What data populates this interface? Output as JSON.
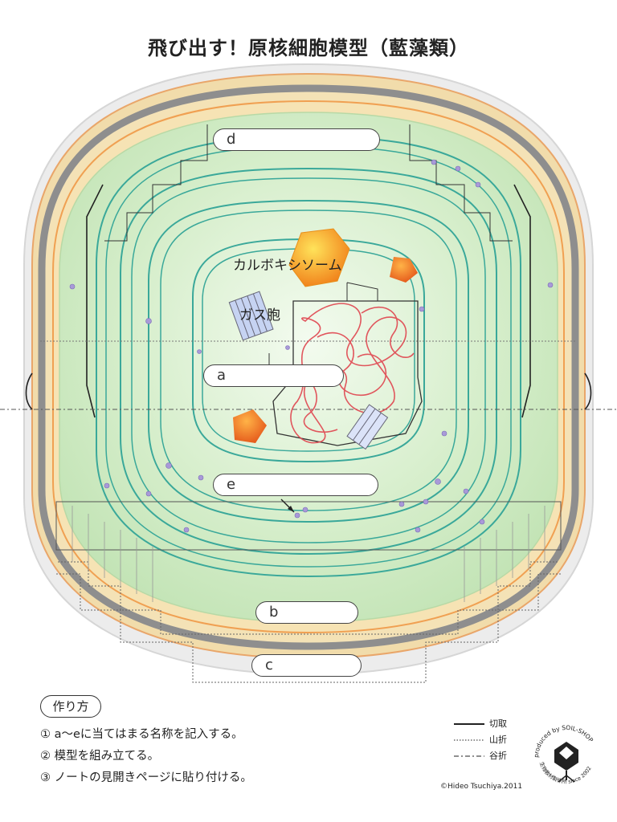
{
  "title": "飛び出す！原核細胞模型（藍藻類）",
  "labels": {
    "a": "a",
    "b": "b",
    "c": "c",
    "d": "d",
    "e": "e",
    "carboxysome": "カルボキシソーム",
    "gas_vesicle": "ガス胞"
  },
  "howto": {
    "title": "作り方",
    "steps": [
      "① a〜eに当てはまる名称を記入する。",
      "② 模型を組み立てる。",
      "③ ノートの見開きページに貼り付ける。"
    ]
  },
  "legend": {
    "cut": "切取",
    "mountain": "山折",
    "valley": "谷折"
  },
  "copyright": "©Hideo Tsuchiya.2011",
  "logo_text": "produced by SOIL-SHOP 生物教材製作所 since 2002",
  "colors": {
    "cell_green": "#cfe9c2",
    "membrane_teal": "#3aa89a",
    "wall_gray": "#8e8e8e",
    "sheath_tan": "#efd9a8",
    "dna_red": "#e0454f",
    "carboxysome_orange": "#f7a21b"
  }
}
